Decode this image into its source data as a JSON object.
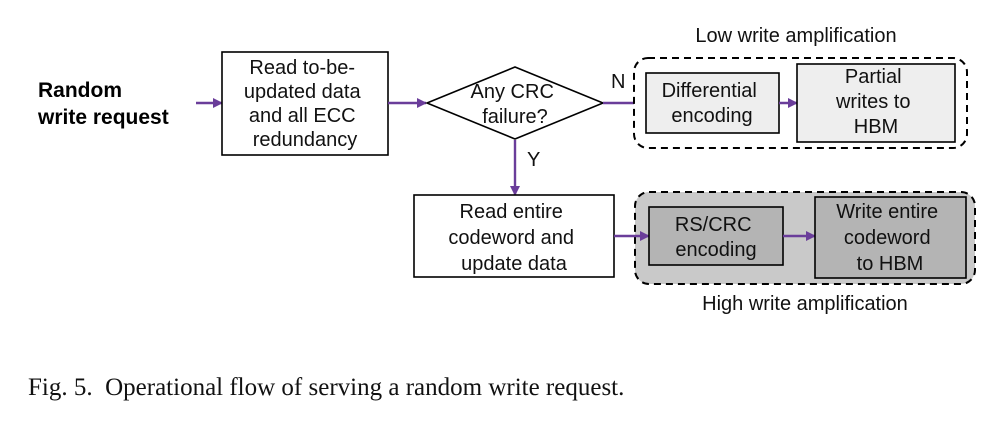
{
  "diagram": {
    "input_label": [
      "Random",
      "write request"
    ],
    "read_box": [
      "Read to-be-",
      "updated data",
      "and all ECC",
      "redundancy"
    ],
    "decision": [
      "Any CRC",
      "failure?"
    ],
    "branch_no": "N",
    "branch_yes": "Y",
    "low_group": {
      "title": "Low write amplification",
      "encode_box": [
        "Differential",
        "encoding"
      ],
      "write_box": [
        "Partial",
        "writes to",
        "HBM"
      ]
    },
    "read_entire_box": [
      "Read entire",
      "codeword and",
      "update data"
    ],
    "high_group": {
      "title": "High write amplification",
      "encode_box": [
        "RS/CRC",
        "encoding"
      ],
      "write_box": [
        "Write entire",
        "codeword",
        "to HBM"
      ]
    },
    "colors": {
      "arrow": "#6a3d9a",
      "light_group_fill": "#ffffff",
      "dark_group_fill": "#c9c9c9",
      "light_box_fill": "#eeeeee",
      "dark_box_fill": "#b4b4b4"
    }
  },
  "caption": "Fig. 5.  Operational flow of serving a random write request."
}
